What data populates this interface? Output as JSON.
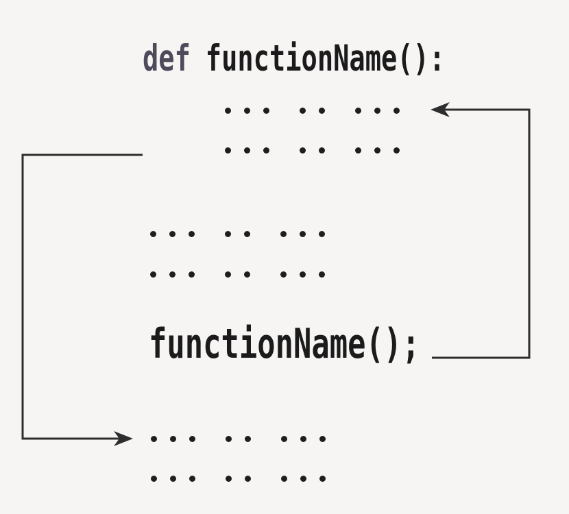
{
  "colors": {
    "background": "#f6f5f4",
    "text": "#1b1b1b",
    "keyword": "#4e4a5c",
    "line": "#2d2d2d",
    "dot": "#1e1e1e"
  },
  "code": {
    "definition_keyword": "def",
    "definition_name": "functionName():",
    "call_statement": "functionName();"
  },
  "dots": {
    "pattern": [
      3,
      2,
      3
    ],
    "rows": {
      "function_body": 2,
      "before_call": 2,
      "after_call": 2
    }
  }
}
